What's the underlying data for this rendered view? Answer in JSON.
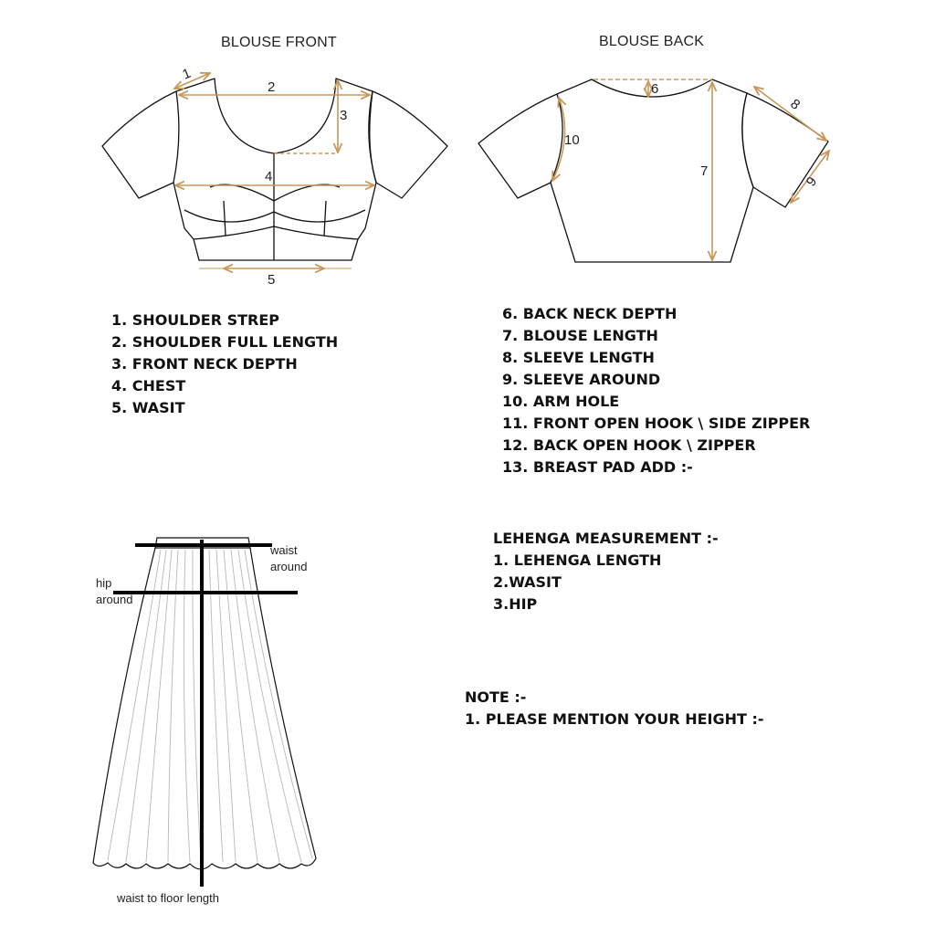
{
  "blouse_front": {
    "title": "BLOUSE FRONT",
    "markers": [
      "1",
      "2",
      "3",
      "4",
      "5"
    ]
  },
  "blouse_back": {
    "title": "BLOUSE BACK",
    "markers": [
      "6",
      "7",
      "8",
      "9",
      "10"
    ]
  },
  "front_list": [
    "1. SHOULDER STREP",
    "2. SHOULDER FULL LENGTH",
    "3. FRONT NECK DEPTH",
    "4. CHEST",
    "5. WASIT"
  ],
  "back_list": [
    "6. BACK NECK DEPTH",
    "7. BLOUSE LENGTH",
    "8. SLEEVE LENGTH",
    "9. SLEEVE AROUND",
    "10. ARM HOLE",
    "11. FRONT OPEN HOOK \\ SIDE ZIPPER",
    "12. BACK OPEN HOOK \\ ZIPPER",
    "13. BREAST PAD ADD :-"
  ],
  "lehenga": {
    "heading": "LEHENGA MEASUREMENT :-",
    "items": [
      "1. LEHENGA LENGTH",
      "2.WASIT",
      "3.HIP"
    ],
    "labels": {
      "waist_line1": "waist",
      "waist_line2": "around",
      "hip_line1": "hip",
      "hip_line2": "around",
      "length": "waist to floor length"
    }
  },
  "note": {
    "heading": "NOTE :-",
    "items": [
      "1. PLEASE MENTION YOUR HEIGHT :-"
    ]
  },
  "colors": {
    "outline": "#111111",
    "measure": "#c9975a",
    "skirt_lines": "#b8b8b8"
  }
}
